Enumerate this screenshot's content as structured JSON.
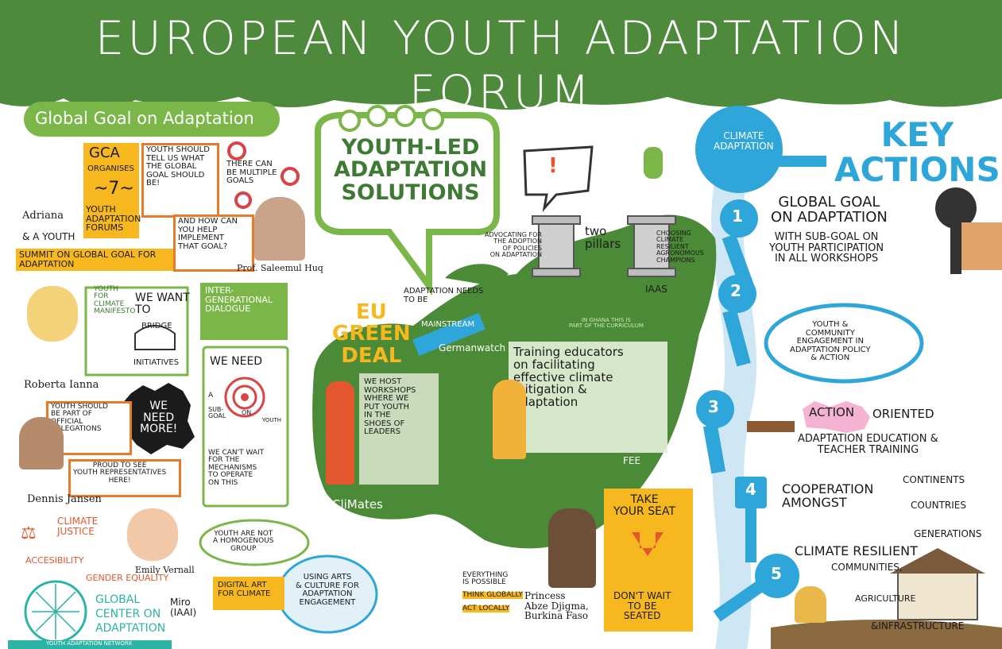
{
  "title": "European Youth Adaptation Forum",
  "left": {
    "heading": "Global Goal on Adaptation",
    "adriana": "Adriana",
    "gca": "GCA",
    "organises": "ORGANISES",
    "seven": "~7~",
    "forums": "YOUTH\nADAPTATION\nFORUMS",
    "and_youth": "& A YOUTH",
    "summit": "SUMMIT ON GLOBAL GOAL FOR\nADAPTATION",
    "youth_should_tell": "YOUTH SHOULD\nTELL US WHAT\nTHE GLOBAL\nGOAL SHOULD\nBE!",
    "multiple_goals": "THERE CAN\nBE MULTIPLE\nGOALS",
    "how_help": "AND HOW CAN\nYOU HELP\nIMPLEMENT\nTHAT GOAL?",
    "prof": "Prof. Saleemul Huq",
    "manifesto": "YOUTH\nFOR\nCLIMATE\nMANIFESTO",
    "we_want": "WE WANT\nTO",
    "bridge": "BRIDGE",
    "initiatives": "INITIATIVES",
    "intergen": "INTER-\nGENERATIONAL\nDIALOGUE",
    "roberta": "Roberta Ianna",
    "we_need": "WE NEED",
    "goal_a": "A",
    "goal_sub": "SUB-\nGOAL",
    "goal_on": "ON",
    "goal_youth": "YOUTH",
    "youth_delegations": "YOUTH SHOULD\nBE PART OF\nOFFICIAL\nDELEGATIONS",
    "need_more": "WE\nNEED\nMORE!",
    "proud": "PROUD TO SEE\nYOUTH REPRESENTATIVES\nHERE!",
    "cant_wait": "WE CAN'T WAIT\nFOR THE\nMECHANISMS\nTO OPERATE\nON THIS",
    "dennis": "Dennis Jansen",
    "climate_justice": "CLIMATE\nJUSTICE",
    "accessibility": "ACCESIBILITY",
    "gender": "GENDER EQUALITY",
    "emily": "Emily Vernall",
    "not_homogenous": "YOUTH ARE NOT\nA HOMOGENOUS\nGROUP",
    "logo_l1": "GLOBAL",
    "logo_l2": "CENTER ON",
    "logo_l3": "ADAPTATION",
    "logo_strip": "YOUTH ADAPTATION NETWORK",
    "miro": "Miro\n(IAAI)",
    "digital_art": "DIGITAL ART\nFOR CLIMATE",
    "using_arts": "USING ARTS\n& CULTURE FOR\nADAPTATION\nENGAGEMENT"
  },
  "middle": {
    "youth_led": "YOUTH-LED\nADAPTATION\nSOLUTIONS",
    "exclaim": "!",
    "advocating": "ADVOCATING FOR\nTHE ADOPTION\nOF POLICIES\nON ADAPTATION",
    "two_pillars": "two\npillars",
    "choosing": "CHOOSING\nCLIMATE\nRESILIENT\nAGRONOMOUS\nCHAMPIONS",
    "iaas": "IAAS",
    "eu_green": "EU\nGREEN\nDEAL",
    "adaptation_needs": "ADAPTATION NEEDS\nTO BE",
    "mainstream": "MAINSTREAM",
    "germanwatch": "Germanwatch",
    "ghana": "IN GHANA THIS IS\nPART OF THE CURRICULUM",
    "training": "Training educators\non facilitating\neffective climate\nmitigation &\nadaptation",
    "fee": "FEE",
    "workshops": "WE HOST\nWORKSHOPS\nWHERE WE\nPUT YOUTH\nIN THE\nSHOES OF\nLEADERS",
    "climates": "CliMates",
    "take_seat": "TAKE\nYOUR SEAT",
    "dont_wait": "DON'T WAIT\nTO BE\nSEATED",
    "everything": "EVERYTHING\nIS POSSIBLE",
    "think_globally": "THINK GLOBALLY",
    "act_locally": "ACT LOCALLY",
    "princess": "Princess\nAbze Djigma,\nBurkina Faso"
  },
  "right": {
    "climate_adaptation": "CLIMATE\nADAPTATION",
    "key_actions": "KEY\nACTIONS",
    "k1": "1",
    "k2": "2",
    "k3": "3",
    "k4": "4",
    "k5": "5",
    "action1": "GLOBAL GOAL\nON ADAPTATION",
    "action1_sub": "WITH SUB-GOAL ON\nYOUTH PARTICIPATION\nIN ALL WORKSHOPS",
    "action2": "YOUTH &\nCOMMUNITY\nENGAGEMENT IN\nADAPTATION POLICY\n& ACTION",
    "action3_word": "ACTION",
    "action3_rest": "ORIENTED",
    "action3_sub": "ADAPTATION EDUCATION &\nTEACHER TRAINING",
    "action4": "COOPERATION\nAMONGST",
    "continents": "CONTINENTS",
    "countries": "COUNTRIES",
    "generations": "GENERATIONS",
    "action5": "CLIMATE RESILIENT",
    "communities": "COMMUNITIES,",
    "agriculture": "AGRICULTURE",
    "infrastructure": "&INFRASTRUCTURE"
  },
  "colors": {
    "banner": "#4e8a3c",
    "map": "#4b8a36",
    "accent_yellow": "#f6b81e",
    "accent_blue": "#2ea6da",
    "accent_orange": "#e4572e"
  }
}
